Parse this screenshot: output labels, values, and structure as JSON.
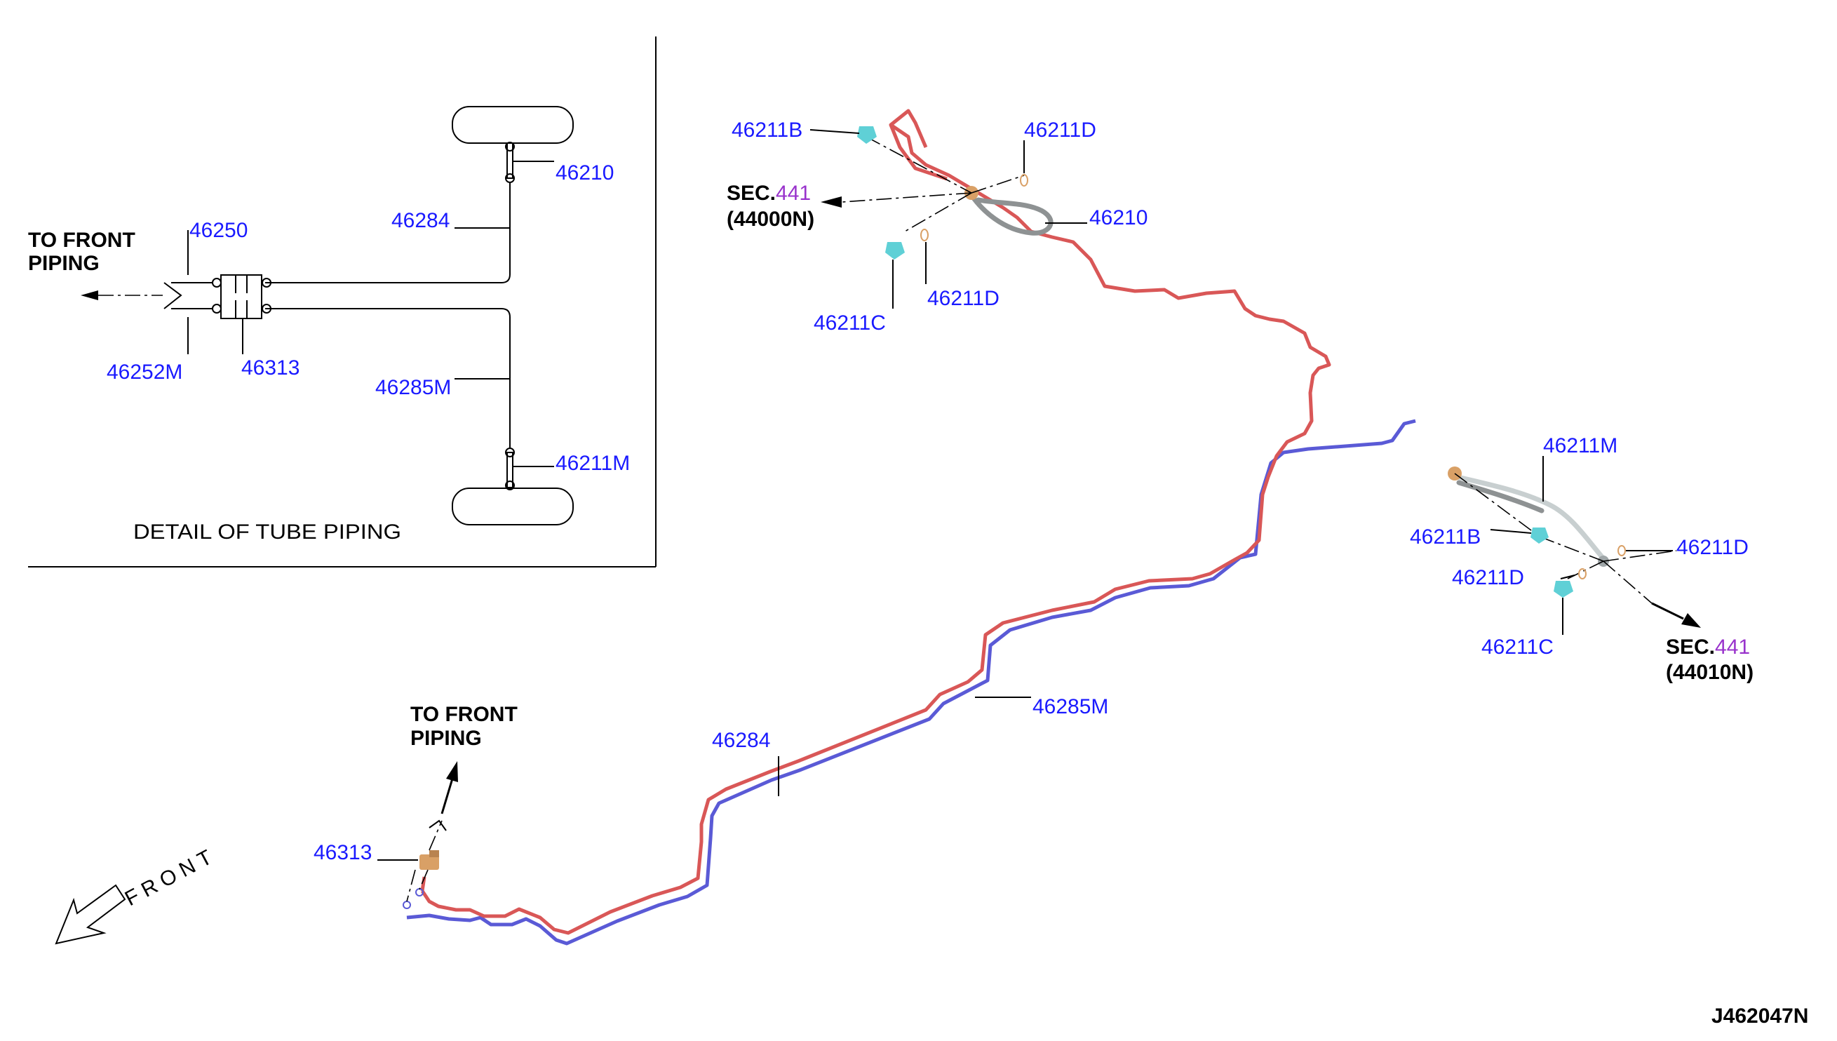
{
  "detail": {
    "to_front_line1": "TO FRONT",
    "to_front_line2": "PIPING",
    "caption": "DETAIL OF TUBE PIPING",
    "labels": {
      "p46210": "46210",
      "p46284": "46284",
      "p46250": "46250",
      "p46252M": "46252M",
      "p46313": "46313",
      "p46285M": "46285M",
      "p46211M": "46211M"
    }
  },
  "main": {
    "front_left": {
      "sec_prefix": "SEC.",
      "sec_num": "441",
      "ref": "(44000N)",
      "p46211B": "46211B",
      "p46211D_top": "46211D",
      "p46210": "46210",
      "p46211C": "46211C",
      "p46211D_bottom": "46211D"
    },
    "front_right": {
      "p46211M": "46211M",
      "p46211B": "46211B",
      "p46211D_right": "46211D",
      "p46211D": "46211D",
      "p46211C": "46211C",
      "sec_prefix": "SEC.",
      "sec_num": "441",
      "ref": "(44010N)"
    },
    "middle": {
      "p46284": "46284",
      "p46285M": "46285M"
    },
    "rear_end": {
      "to_front_line1": "TO FRONT",
      "to_front_line2": "PIPING",
      "p46313": "46313"
    }
  },
  "front_arrow_label": "FRONT",
  "diagram_code": "J462047N",
  "colors": {
    "part_number": "#1a1aff",
    "section_number": "#9933cc",
    "tube_a": "#d95757",
    "tube_b": "#5a5ad6",
    "hose": "#8e9293",
    "clip": "#5fd0d6",
    "connector": "#d9a066"
  }
}
